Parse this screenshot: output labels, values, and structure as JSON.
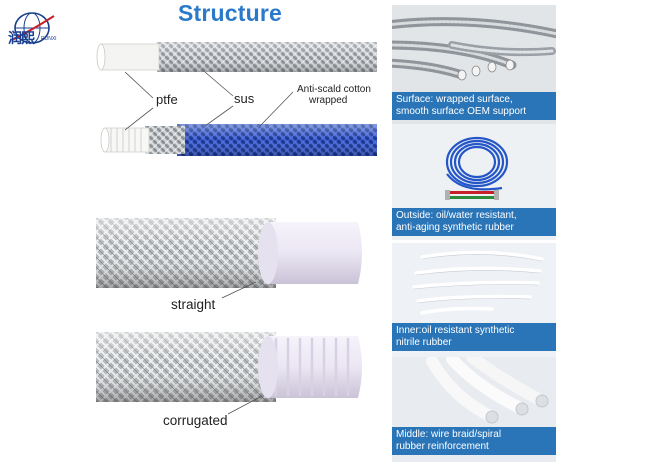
{
  "header": {
    "title": "Structure",
    "logo_text": "润熙",
    "logo_sub": "RUNXI"
  },
  "diagram": {
    "label_ptfe": "ptfe",
    "label_sus": "sus",
    "label_cotton_line1": "Anti-scald cotton",
    "label_cotton_line2": "wrapped",
    "label_straight": "straight",
    "label_corrugated": "corrugated"
  },
  "panels": [
    {
      "caption_line1": "Surface: wrapped surface,",
      "caption_line2": "smooth surface OEM support"
    },
    {
      "caption_line1": "Outside: oil/water resistant,",
      "caption_line2": "anti-aging synthetic rubber"
    },
    {
      "caption_line1": "Inner:oil resistant synthetic",
      "caption_line2": "nitrile rubber"
    },
    {
      "caption_line1": "Middle: wire braid/spiral",
      "caption_line2": "rubber reinforcement"
    }
  ],
  "colors": {
    "title": "#2b79c9",
    "caption_bg": "#2a74b8",
    "braid_blue": "#1f3fa8",
    "steel": "#a8acb0"
  }
}
